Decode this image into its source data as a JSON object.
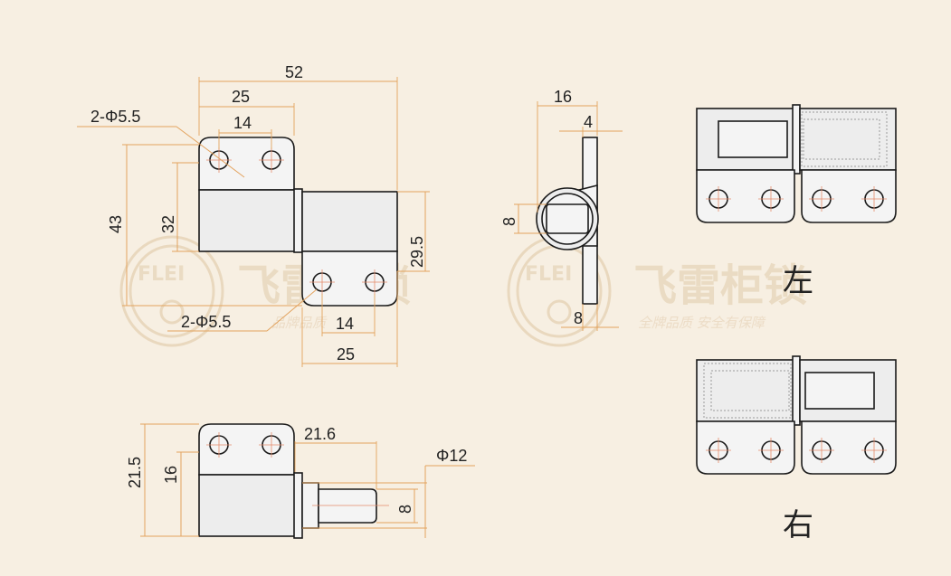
{
  "watermark": {
    "logo_text": "FLEI",
    "brand": "飞雷柜锁",
    "slogan_left": "品牌品质",
    "slogan_right": "全牌品质 安全有保障"
  },
  "dimensions": {
    "front": {
      "overall_width": "52",
      "width_half": "25",
      "hole_spacing_top": "14",
      "hole_label_top": "2-Φ5.5",
      "total_height": "43",
      "left_height": "32",
      "right_height": "29.5",
      "hole_label_bottom": "2-Φ5.5",
      "hole_spacing_bottom": "14",
      "width_bottom": "25"
    },
    "side": {
      "width": "16",
      "thickness": "4",
      "bore": "8",
      "plate": "8"
    },
    "bottom": {
      "total_height": "21.5",
      "plate_height": "16",
      "pin_length": "21.6",
      "pin_dia": "Φ12",
      "pin_tip": "8"
    }
  },
  "labels": {
    "left": "左",
    "right": "右"
  }
}
